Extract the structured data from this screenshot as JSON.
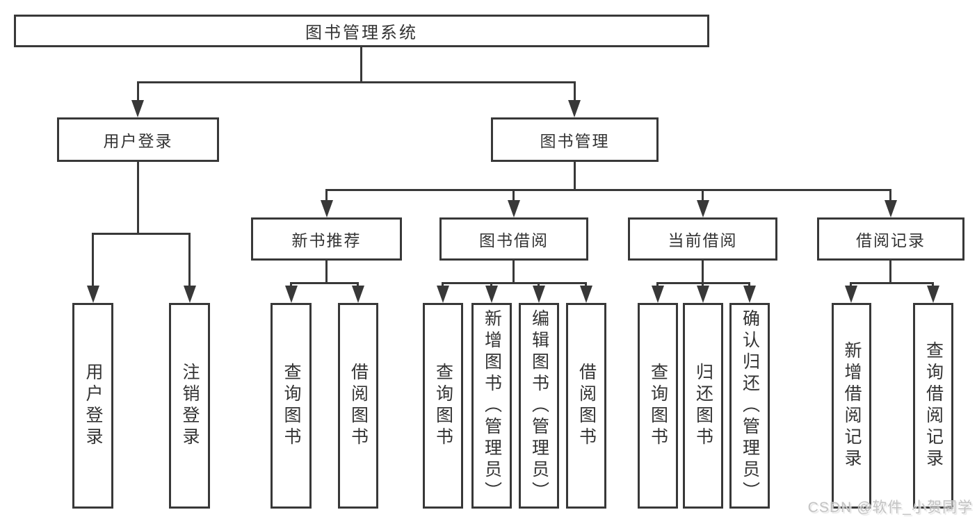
{
  "diagram": {
    "root": {
      "label": "图书管理系统"
    },
    "level2": [
      {
        "label": "用户登录",
        "children": [
          {
            "label": "用户登录"
          },
          {
            "label": "注销登录"
          }
        ]
      },
      {
        "label": "图书管理"
      }
    ],
    "level3": [
      {
        "label": "新书推荐",
        "children": [
          {
            "label": "查询图书"
          },
          {
            "label": "借阅图书"
          }
        ]
      },
      {
        "label": "图书借阅",
        "children": [
          {
            "label": "查询图书"
          },
          {
            "label": "新增图书（管理员）"
          },
          {
            "label": "编辑图书（管理员）"
          },
          {
            "label": "借阅图书"
          }
        ]
      },
      {
        "label": "当前借阅",
        "children": [
          {
            "label": "查询图书"
          },
          {
            "label": "归还图书"
          },
          {
            "label": "确认归还（管理员）"
          }
        ]
      },
      {
        "label": "借阅记录",
        "children": [
          {
            "label": "新增借阅记录"
          },
          {
            "label": "查询借阅记录"
          }
        ]
      }
    ]
  },
  "colors": {
    "line": "#383838",
    "text": "#333333",
    "background": "#ffffff",
    "watermark": "#c3c3c3"
  },
  "watermark": {
    "text": "CSDN @软件_小贺同学"
  }
}
